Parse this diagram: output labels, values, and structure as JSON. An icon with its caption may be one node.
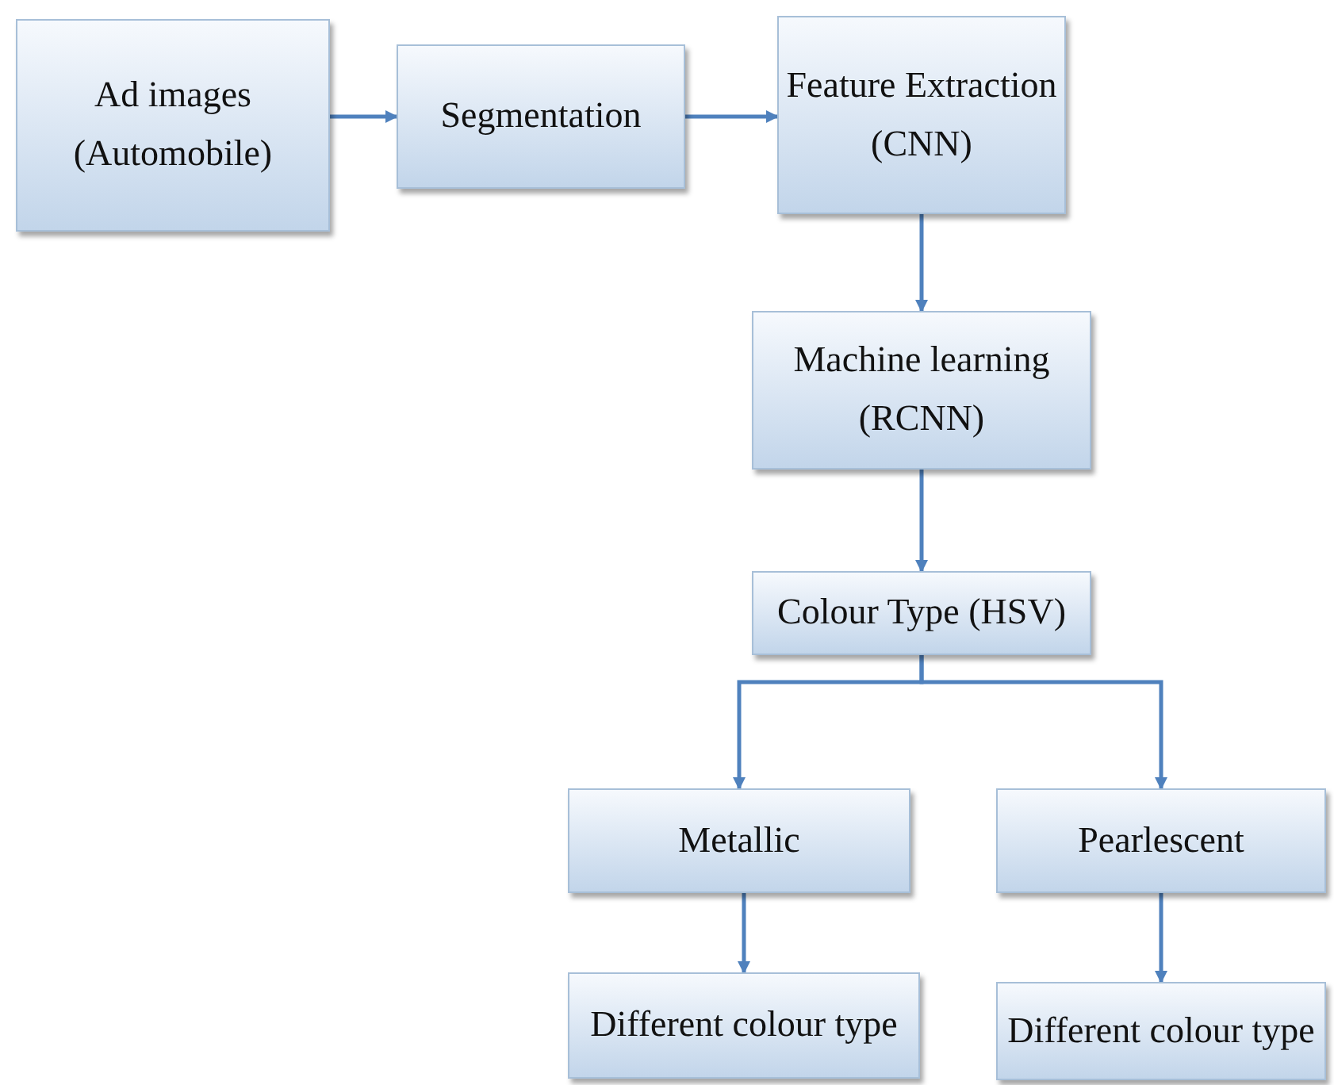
{
  "diagram": {
    "nodes": [
      {
        "text": [
          "Ad images (Automobile)"
        ]
      },
      {
        "text": [
          "Segmentation"
        ]
      },
      {
        "text": [
          "Feature Extraction (CNN)"
        ]
      },
      {
        "text": [
          "Machine learning (RCNN)"
        ]
      },
      {
        "text": [
          "Colour Type (HSV)"
        ]
      },
      {
        "text": [
          "Metallic"
        ]
      },
      {
        "text": [
          "Pearlescent"
        ]
      },
      {
        "text": [
          "Different colour type"
        ]
      },
      {
        "text": [
          "Different colour type"
        ]
      }
    ],
    "edges": [
      {
        "from": 0,
        "to": 1,
        "arrow": "to"
      },
      {
        "from": 1,
        "to": 2,
        "arrow": "to"
      },
      {
        "from": 2,
        "to": 3,
        "arrow": "to"
      },
      {
        "from": 3,
        "to": 4,
        "arrow": "to"
      },
      {
        "from": 4,
        "to": 5,
        "arrow": "to"
      },
      {
        "from": 4,
        "to": 6,
        "arrow": "to"
      },
      {
        "from": 5,
        "to": 7,
        "arrow": "to"
      },
      {
        "from": 6,
        "to": 8,
        "arrow": "to"
      }
    ]
  }
}
